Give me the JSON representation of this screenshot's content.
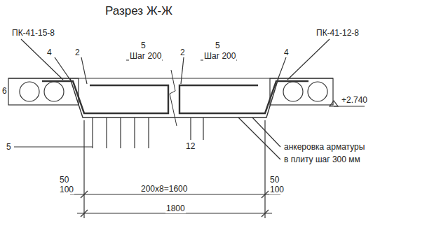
{
  "diagram": {
    "title": "Разрез Ж-Ж",
    "labels": [
      "ПК-41-15-8",
      "4",
      "2",
      "5",
      "Шаг 200",
      "2",
      "5",
      "Шаг 200",
      "4",
      "ПК-41-12-8",
      "+2.740",
      "5",
      "12",
      "анкеровка арматуры",
      "в плиту шаг 300 мм",
      "50",
      "100",
      "200х8=1600",
      "50",
      "100",
      "1800",
      "6"
    ]
  }
}
